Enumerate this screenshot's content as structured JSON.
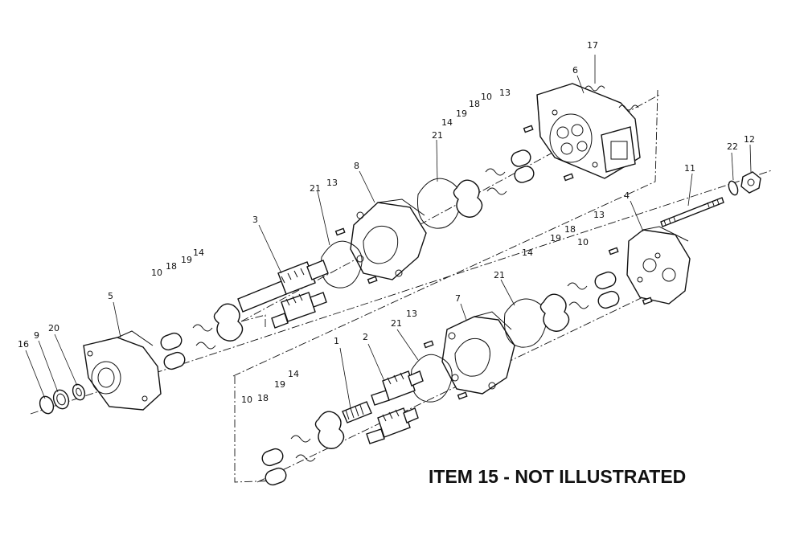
{
  "caption": "ITEM 15 - NOT ILLUSTRATED",
  "callouts": [
    {
      "id": "c1",
      "text": "1"
    },
    {
      "id": "c2",
      "text": "2"
    },
    {
      "id": "c3",
      "text": "3"
    },
    {
      "id": "c4",
      "text": "4"
    },
    {
      "id": "c5",
      "text": "5"
    },
    {
      "id": "c6",
      "text": "6"
    },
    {
      "id": "c7",
      "text": "7"
    },
    {
      "id": "c8",
      "text": "8"
    },
    {
      "id": "c9",
      "text": "9"
    },
    {
      "id": "c10a",
      "text": "10"
    },
    {
      "id": "c10b",
      "text": "10"
    },
    {
      "id": "c10c",
      "text": "10"
    },
    {
      "id": "c10d",
      "text": "10"
    },
    {
      "id": "c11",
      "text": "11"
    },
    {
      "id": "c12",
      "text": "12"
    },
    {
      "id": "c13a",
      "text": "13"
    },
    {
      "id": "c13b",
      "text": "13"
    },
    {
      "id": "c13c",
      "text": "13"
    },
    {
      "id": "c13d",
      "text": "13"
    },
    {
      "id": "c14a",
      "text": "14"
    },
    {
      "id": "c14b",
      "text": "14"
    },
    {
      "id": "c14c",
      "text": "14"
    },
    {
      "id": "c14d",
      "text": "14"
    },
    {
      "id": "c16",
      "text": "16"
    },
    {
      "id": "c17",
      "text": "17"
    },
    {
      "id": "c18a",
      "text": "18"
    },
    {
      "id": "c18b",
      "text": "18"
    },
    {
      "id": "c18c",
      "text": "18"
    },
    {
      "id": "c18d",
      "text": "18"
    },
    {
      "id": "c19a",
      "text": "19"
    },
    {
      "id": "c19b",
      "text": "19"
    },
    {
      "id": "c19c",
      "text": "19"
    },
    {
      "id": "c19d",
      "text": "19"
    },
    {
      "id": "c20",
      "text": "20"
    },
    {
      "id": "c21a",
      "text": "21"
    },
    {
      "id": "c21b",
      "text": "21"
    },
    {
      "id": "c21c",
      "text": "21"
    },
    {
      "id": "c21d",
      "text": "21"
    },
    {
      "id": "c22",
      "text": "22"
    }
  ]
}
